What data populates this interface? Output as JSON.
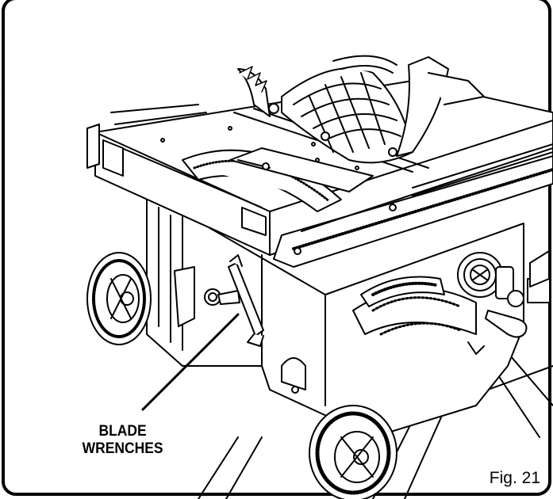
{
  "callout": {
    "line1": "BLADE",
    "line2": "WRENCHES"
  },
  "figure_label": "Fig. 21"
}
